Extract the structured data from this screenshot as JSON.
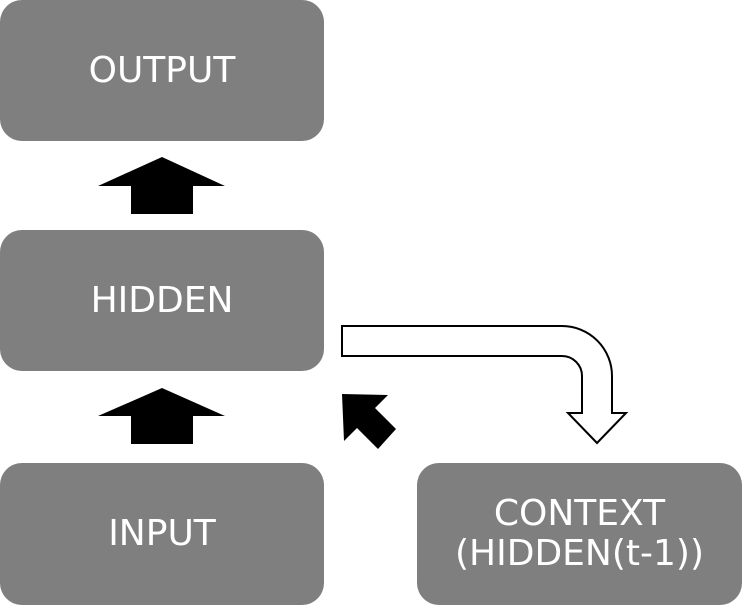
{
  "nodes": {
    "output": {
      "label": "OUTPUT"
    },
    "hidden": {
      "label": "HIDDEN"
    },
    "input": {
      "label": "INPUT"
    },
    "context": {
      "line1": "CONTEXT",
      "line2": "(HIDDEN(t-1))"
    }
  },
  "colors": {
    "node_fill": "#7f7f7f",
    "node_text": "#ffffff",
    "arrow_fill": "#000000",
    "hollow_arrow_fill": "#ffffff",
    "hollow_arrow_stroke": "#000000"
  },
  "edges": [
    {
      "from": "input",
      "to": "hidden",
      "style": "solid-block-arrow"
    },
    {
      "from": "hidden",
      "to": "output",
      "style": "solid-block-arrow"
    },
    {
      "from": "hidden",
      "to": "context",
      "style": "hollow-bent-arrow"
    },
    {
      "from": "context",
      "to": "hidden",
      "style": "solid-diagonal-arrow"
    }
  ]
}
